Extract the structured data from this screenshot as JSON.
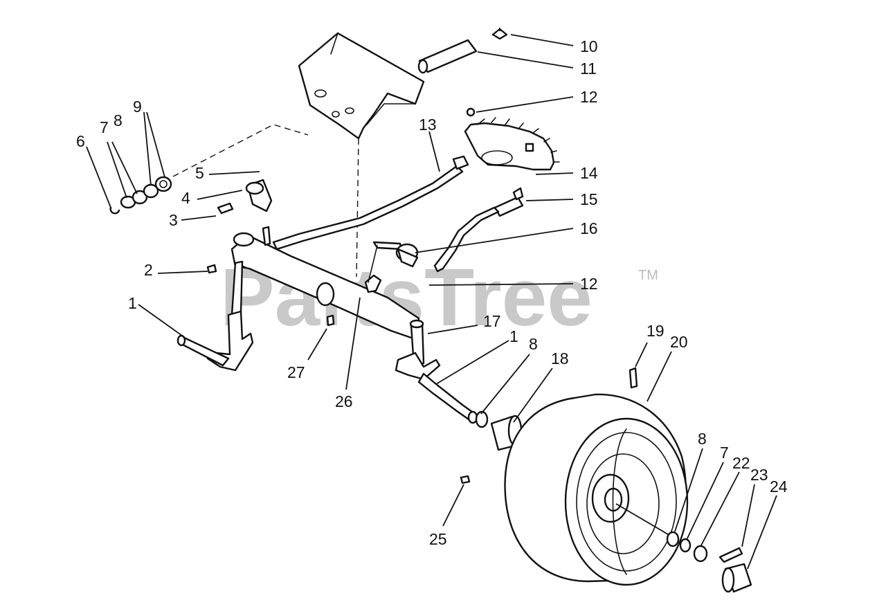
{
  "watermark": {
    "brand": "PartsTree",
    "trademark": "TM"
  },
  "callouts": {
    "c1a": "1",
    "c1b": "1",
    "c2": "2",
    "c3": "3",
    "c4": "4",
    "c5": "5",
    "c6": "6",
    "c7a": "7",
    "c7b": "7",
    "c8a": "8",
    "c8b": "8",
    "c8c": "8",
    "c9": "9",
    "c10": "10",
    "c11": "11",
    "c12a": "12",
    "c12b": "12",
    "c13": "13",
    "c14": "14",
    "c15": "15",
    "c16": "16",
    "c17": "17",
    "c18": "18",
    "c19": "19",
    "c20": "20",
    "c22": "22",
    "c23": "23",
    "c24": "24",
    "c25": "25",
    "c26": "26",
    "c27": "27"
  }
}
